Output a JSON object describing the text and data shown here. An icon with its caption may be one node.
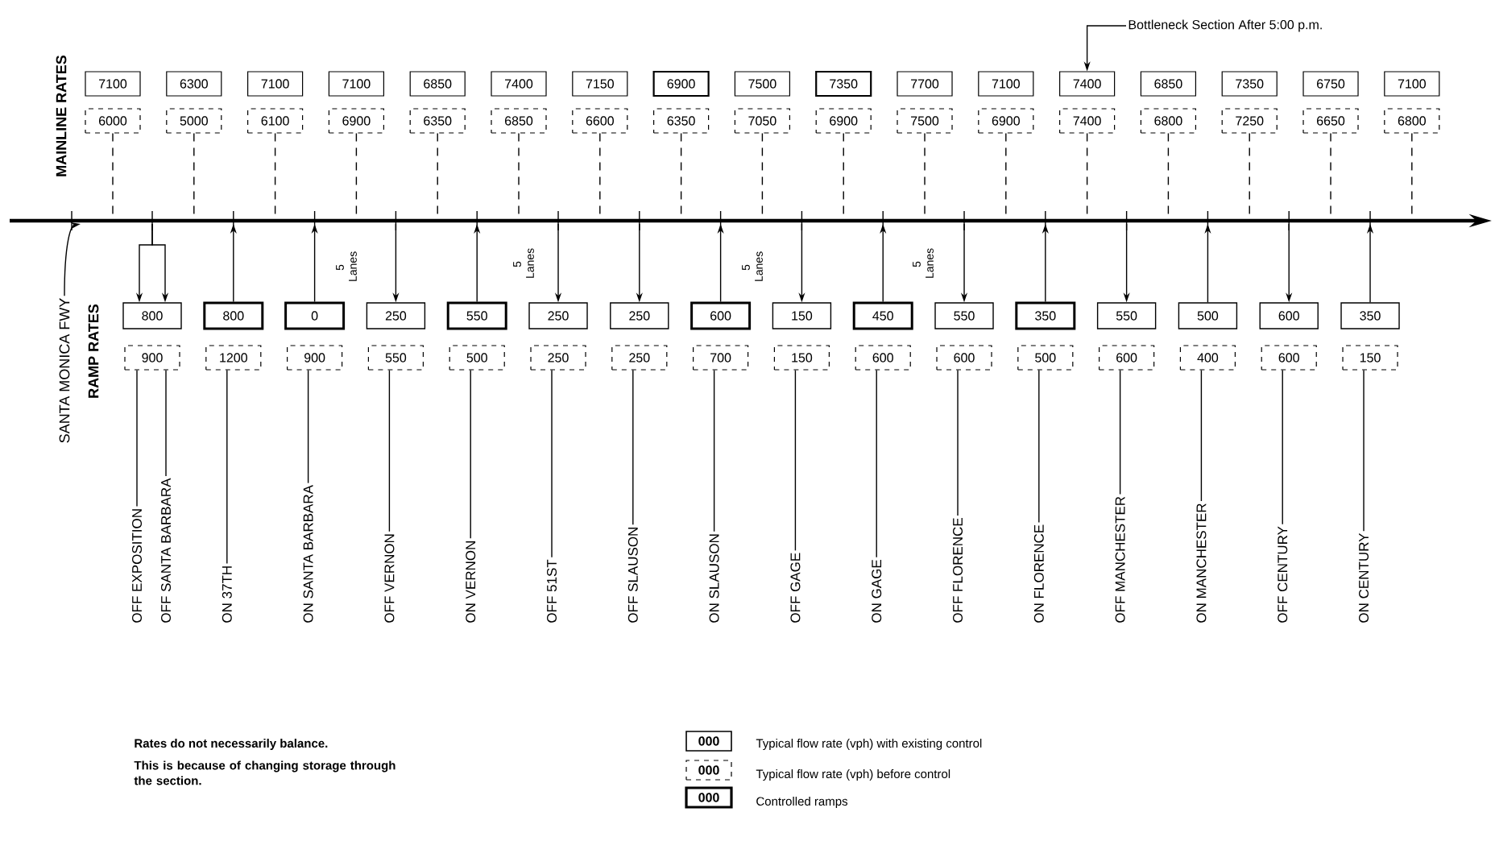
{
  "diagram": {
    "nodes": [
      {
        "text": [
          "Bottleneck Section After 5:00 p.m."
        ]
      },
      {
        "text": [
          "7100"
        ]
      },
      {
        "text": [
          "6300"
        ]
      },
      {
        "text": [
          "7100"
        ]
      },
      {
        "text": [
          "7100"
        ]
      },
      {
        "text": [
          "6850"
        ]
      },
      {
        "text": [
          "7400"
        ]
      },
      {
        "text": [
          "7150"
        ]
      },
      {
        "text": [
          "6900"
        ]
      },
      {
        "text": [
          "7500"
        ]
      },
      {
        "text": [
          "7350"
        ]
      },
      {
        "text": [
          "7700"
        ]
      },
      {
        "text": [
          "7100"
        ]
      },
      {
        "text": [
          "7400"
        ]
      },
      {
        "text": [
          "6850"
        ]
      },
      {
        "text": [
          "7350"
        ]
      },
      {
        "text": [
          "6750"
        ]
      },
      {
        "text": [
          "7100"
        ]
      },
      {
        "text": [
          "6000"
        ]
      },
      {
        "text": [
          "5000"
        ]
      },
      {
        "text": [
          "6100"
        ]
      },
      {
        "text": [
          "6900"
        ]
      },
      {
        "text": [
          "6350"
        ]
      },
      {
        "text": [
          "6850"
        ]
      },
      {
        "text": [
          "6600"
        ]
      },
      {
        "text": [
          "6350"
        ]
      },
      {
        "text": [
          "7050"
        ]
      },
      {
        "text": [
          "6900"
        ]
      },
      {
        "text": [
          "7500"
        ]
      },
      {
        "text": [
          "6900"
        ]
      },
      {
        "text": [
          "7400"
        ]
      },
      {
        "text": [
          "6800"
        ]
      },
      {
        "text": [
          "7250"
        ]
      },
      {
        "text": [
          "6650"
        ]
      },
      {
        "text": [
          "6800"
        ]
      },
      {
        "text": [
          "SANTA MONICA FWY"
        ]
      },
      {
        "text": [
          "800"
        ]
      },
      {
        "text": [
          "800"
        ]
      },
      {
        "text": [
          "0"
        ]
      },
      {
        "text": [
          "250"
        ]
      },
      {
        "text": [
          "550"
        ]
      },
      {
        "text": [
          "250"
        ]
      },
      {
        "text": [
          "250"
        ]
      },
      {
        "text": [
          "600"
        ]
      },
      {
        "text": [
          "150"
        ]
      },
      {
        "text": [
          "450"
        ]
      },
      {
        "text": [
          "550"
        ]
      },
      {
        "text": [
          "350"
        ]
      },
      {
        "text": [
          "550"
        ]
      },
      {
        "text": [
          "500"
        ]
      },
      {
        "text": [
          "600"
        ]
      },
      {
        "text": [
          "350"
        ]
      },
      {
        "text": [
          "900"
        ]
      },
      {
        "text": [
          "1200"
        ]
      },
      {
        "text": [
          "900"
        ]
      },
      {
        "text": [
          "550"
        ]
      },
      {
        "text": [
          "500"
        ]
      },
      {
        "text": [
          "250"
        ]
      },
      {
        "text": [
          "250"
        ]
      },
      {
        "text": [
          "700"
        ]
      },
      {
        "text": [
          "150"
        ]
      },
      {
        "text": [
          "600"
        ]
      },
      {
        "text": [
          "600"
        ]
      },
      {
        "text": [
          "500"
        ]
      },
      {
        "text": [
          "600"
        ]
      },
      {
        "text": [
          "400"
        ]
      },
      {
        "text": [
          "600"
        ]
      },
      {
        "text": [
          "150"
        ]
      },
      {
        "text": [
          "OFF EXPOSITION"
        ]
      },
      {
        "text": [
          "OFF SANTA BARBARA"
        ]
      },
      {
        "text": [
          "ON 37TH"
        ]
      },
      {
        "text": [
          "ON SANTA BARBARA"
        ]
      },
      {
        "text": [
          "OFF VERNON"
        ]
      },
      {
        "text": [
          "ON VERNON"
        ]
      },
      {
        "text": [
          "OFF 51ST"
        ]
      },
      {
        "text": [
          "OFF SLAUSON"
        ]
      },
      {
        "text": [
          "ON SLAUSON"
        ]
      },
      {
        "text": [
          "OFF GAGE"
        ]
      },
      {
        "text": [
          "ON GAGE"
        ]
      },
      {
        "text": [
          "OFF FLORENCE"
        ]
      },
      {
        "text": [
          "ON FLORENCE"
        ]
      },
      {
        "text": [
          "OFF MANCHESTER"
        ]
      },
      {
        "text": [
          "ON MANCHESTER"
        ]
      },
      {
        "text": [
          "OFF CENTURY"
        ]
      },
      {
        "text": [
          "ON CENTURY"
        ]
      }
    ],
    "edges": [
      {
        "from": 0,
        "to": 13,
        "arrow": "to"
      },
      {
        "from": 18,
        "to": null,
        "arrow": "none",
        "style": "dashed"
      },
      {
        "from": 19,
        "to": null,
        "arrow": "none",
        "style": "dashed"
      },
      {
        "from": 20,
        "to": null,
        "arrow": "none",
        "style": "dashed"
      },
      {
        "from": 21,
        "to": null,
        "arrow": "none",
        "style": "dashed"
      },
      {
        "from": 22,
        "to": null,
        "arrow": "none",
        "style": "dashed"
      },
      {
        "from": 23,
        "to": null,
        "arrow": "none",
        "style": "dashed"
      },
      {
        "from": 24,
        "to": null,
        "arrow": "none",
        "style": "dashed"
      },
      {
        "from": 25,
        "to": null,
        "arrow": "none",
        "style": "dashed"
      },
      {
        "from": 26,
        "to": null,
        "arrow": "none",
        "style": "dashed"
      },
      {
        "from": 27,
        "to": null,
        "arrow": "none",
        "style": "dashed"
      },
      {
        "from": 28,
        "to": null,
        "arrow": "none",
        "style": "dashed"
      },
      {
        "from": 29,
        "to": null,
        "arrow": "none",
        "style": "dashed"
      },
      {
        "from": 30,
        "to": null,
        "arrow": "none",
        "style": "dashed"
      },
      {
        "from": 31,
        "to": null,
        "arrow": "none",
        "style": "dashed"
      },
      {
        "from": 32,
        "to": null,
        "arrow": "none",
        "style": "dashed"
      },
      {
        "from": 33,
        "to": null,
        "arrow": "none",
        "style": "dashed"
      },
      {
        "from": 34,
        "to": null,
        "arrow": "none",
        "style": "dashed"
      },
      {
        "from": 35,
        "to": null,
        "arrow": "to"
      },
      {
        "from": null,
        "to": 36,
        "arrow": "to"
      },
      {
        "from": null,
        "to": 36,
        "arrow": "to"
      },
      {
        "from": 37,
        "to": null,
        "arrow": "to"
      },
      {
        "from": 38,
        "to": null,
        "arrow": "to"
      },
      {
        "from": null,
        "to": 39,
        "arrow": "to"
      },
      {
        "from": 40,
        "to": null,
        "arrow": "to"
      },
      {
        "from": null,
        "to": 41,
        "arrow": "to"
      },
      {
        "from": null,
        "to": 42,
        "arrow": "to"
      },
      {
        "from": 43,
        "to": null,
        "arrow": "to"
      },
      {
        "from": null,
        "to": 44,
        "arrow": "to"
      },
      {
        "from": 45,
        "to": null,
        "arrow": "to"
      },
      {
        "from": null,
        "to": 46,
        "arrow": "to"
      },
      {
        "from": 47,
        "to": null,
        "arrow": "to"
      },
      {
        "from": null,
        "to": 48,
        "arrow": "to"
      },
      {
        "from": 49,
        "to": null,
        "arrow": "to"
      },
      {
        "from": null,
        "to": 50,
        "arrow": "to"
      },
      {
        "from": 51,
        "to": null,
        "arrow": "to"
      },
      {
        "from": 68,
        "to": 52,
        "arrow": "none"
      },
      {
        "from": 69,
        "to": 52,
        "arrow": "none"
      },
      {
        "from": 70,
        "to": 53,
        "arrow": "none"
      },
      {
        "from": 71,
        "to": 54,
        "arrow": "none"
      },
      {
        "from": 72,
        "to": 55,
        "arrow": "none"
      },
      {
        "from": 73,
        "to": 56,
        "arrow": "none"
      },
      {
        "from": 74,
        "to": 57,
        "arrow": "none"
      },
      {
        "from": 75,
        "to": 58,
        "arrow": "none"
      },
      {
        "from": 76,
        "to": 59,
        "arrow": "none"
      },
      {
        "from": 77,
        "to": 60,
        "arrow": "none"
      },
      {
        "from": 78,
        "to": 61,
        "arrow": "none"
      },
      {
        "from": 79,
        "to": 62,
        "arrow": "none"
      },
      {
        "from": 80,
        "to": 63,
        "arrow": "none"
      },
      {
        "from": 81,
        "to": 64,
        "arrow": "none"
      },
      {
        "from": 82,
        "to": 65,
        "arrow": "none"
      },
      {
        "from": 83,
        "to": 66,
        "arrow": "none"
      },
      {
        "from": 84,
        "to": 67,
        "arrow": "none"
      }
    ],
    "labels": [
      "MAINLINE RATES",
      "5 Lanes",
      "5 Lanes",
      "RAMP RATES",
      "5 Lanes",
      "5 Lanes",
      "Rates do not necessarily balance.",
      "This is because of changing storage through the section.",
      "000",
      "000",
      "000"
    ],
    "legend": [
      {
        "text": "Typical flow rate (vph) with existing control"
      },
      {
        "text": "Typical flow rate (vph) before control"
      },
      {
        "text": "Controlled ramps"
      }
    ]
  }
}
